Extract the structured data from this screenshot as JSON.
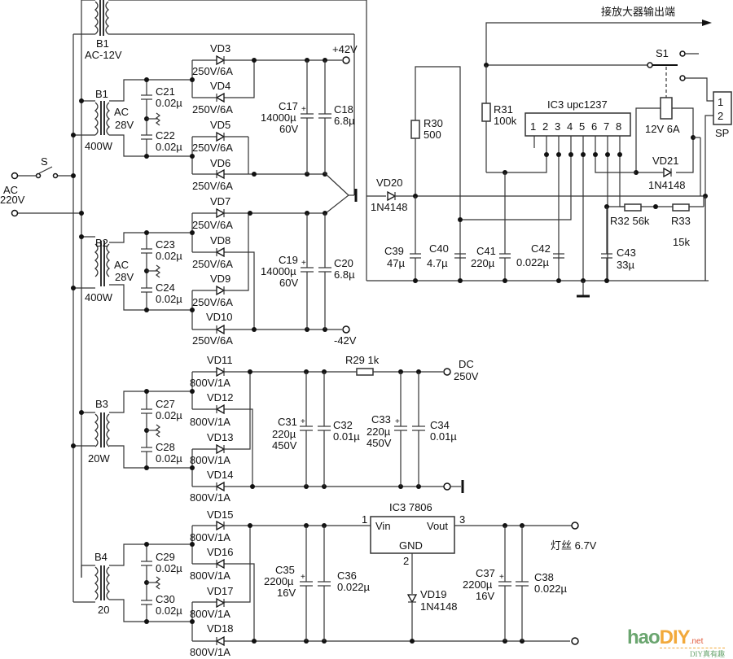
{
  "diagram": {
    "title": "Tube amplifier power supply and speaker protection schematic",
    "output_arrow_label": "接放大器输出端",
    "mains": {
      "switch": "S",
      "label_line1": "AC",
      "label_line2": "220V"
    },
    "transformers": [
      {
        "ref": "B1",
        "rating": "AC-12V"
      },
      {
        "ref": "B1",
        "secondary": "AC",
        "secondary_v": "28V",
        "power": "400W"
      },
      {
        "ref": "B2",
        "secondary": "AC",
        "secondary_v": "28V",
        "power": "400W"
      },
      {
        "ref": "B3",
        "power": "20W"
      },
      {
        "ref": "B4",
        "power": "20"
      }
    ],
    "diodes": [
      {
        "ref": "VD3",
        "value": "250V/6A"
      },
      {
        "ref": "VD4",
        "value": "250V/6A"
      },
      {
        "ref": "VD5",
        "value": "250V/6A"
      },
      {
        "ref": "VD6",
        "value": "250V/6A"
      },
      {
        "ref": "VD7",
        "value": "250V/6A"
      },
      {
        "ref": "VD8",
        "value": "250V/6A"
      },
      {
        "ref": "VD9",
        "value": "250V/6A"
      },
      {
        "ref": "VD10",
        "value": "250V/6A"
      },
      {
        "ref": "VD11",
        "value": "800V/1A"
      },
      {
        "ref": "VD12",
        "value": "800V/1A"
      },
      {
        "ref": "VD13",
        "value": "800V/1A"
      },
      {
        "ref": "VD14",
        "value": "800V/1A"
      },
      {
        "ref": "VD15",
        "value": "800V/1A"
      },
      {
        "ref": "VD16",
        "value": "800V/1A"
      },
      {
        "ref": "VD17",
        "value": "800V/1A"
      },
      {
        "ref": "VD18",
        "value": "800V/1A"
      },
      {
        "ref": "VD19",
        "value": "1N4148"
      },
      {
        "ref": "VD20",
        "value": "1N4148"
      },
      {
        "ref": "VD21",
        "value": "1N4148"
      }
    ],
    "caps": {
      "C21": "0.02µ",
      "C22": "0.02µ",
      "C23": "0.02µ",
      "C24": "0.02µ",
      "C27": "0.02µ",
      "C28": "0.02µ",
      "C29": "0.02µ",
      "C30": "0.02µ",
      "C17": [
        "14000µ",
        "60V"
      ],
      "C18": "6.8µ",
      "C19": [
        "14000µ",
        "60V"
      ],
      "C20": "6.8µ",
      "C31": [
        "220µ",
        "450V"
      ],
      "C32": "0.01µ",
      "C33": [
        "220µ",
        "450V"
      ],
      "C34": "0.01µ",
      "C35": [
        "2200µ",
        "16V"
      ],
      "C36": "0.022µ",
      "C37": [
        "2200µ",
        "16V"
      ],
      "C38": "0.022µ",
      "C39": "47µ",
      "C40": "4.7µ",
      "C41": "220µ",
      "C42": "0.022µ",
      "C43": "33µ"
    },
    "resistors": {
      "R29": "R29 1k",
      "R30": [
        "R30",
        "500"
      ],
      "R31": [
        "R31",
        "100k"
      ],
      "R32": "R32 56k",
      "R33": [
        "R33",
        "15k"
      ]
    },
    "rails": {
      "pos": "+42V",
      "neg": "-42V",
      "hv_line1": "DC",
      "hv_line2": "250V",
      "filament": "灯丝 6.7V"
    },
    "ic_protect": {
      "name": "IC3 upc1237",
      "pins": [
        "1",
        "2",
        "3",
        "4",
        "5",
        "6",
        "7",
        "8"
      ]
    },
    "ic_reg": {
      "name": "IC3 7806",
      "vin": "Vin",
      "vout": "Vout",
      "gnd": "GND",
      "pin1": "1",
      "pin2": "2",
      "pin3": "3"
    },
    "relay": {
      "switch": "S1",
      "coil": "12V 6A"
    },
    "speaker": {
      "ref": "SP",
      "pin1": "1",
      "pin2": "2"
    },
    "polarity_plus": "+"
  },
  "watermark": {
    "brand_a": "hao",
    "brand_b": "DIY",
    "tld": ".net",
    "sub": "DIY真有趣"
  }
}
